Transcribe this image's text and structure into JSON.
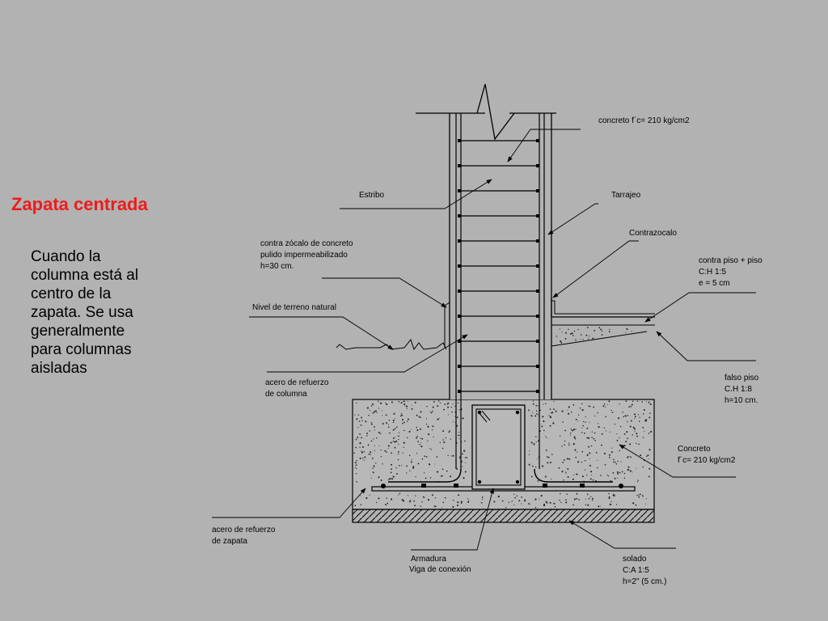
{
  "slide": {
    "title": "Zapata centrada",
    "body": "Cuando la\ncolumna está al\ncentro de la\nzapata. Se usa\ngeneralmente\npara columnas\naisladas"
  },
  "diagram": {
    "labels": {
      "concreto_col": [
        "concreto f´c= 210 kg/cm2"
      ],
      "estribo": [
        "Estribo"
      ],
      "tarrajeo": [
        "Tarrajeo"
      ],
      "contrazocalo": [
        "Contrazocalo"
      ],
      "contra_zocalo_concreto": [
        "contra zócalo de concreto",
        "pulido impermeabilizado",
        "h=30 cm."
      ],
      "contra_piso": [
        "contra piso + piso",
        "C:H   1:5",
        "e = 5 cm"
      ],
      "nivel_terreno": [
        "Nivel de terreno natural"
      ],
      "acero_columna": [
        "acero de refuerzo",
        "de columna"
      ],
      "falso_piso": [
        "falso piso",
        "C.H  1:8",
        "h=10 cm."
      ],
      "concreto_zapata": [
        "Concreto",
        " f´c= 210 kg/cm2"
      ],
      "acero_zapata": [
        "acero de refuerzo",
        "de zapata"
      ],
      "armadura": [
        "Armadura",
        "Viga de conexión"
      ],
      "solado": [
        "solado",
        "C:A 1:5",
        "h=2\" (5 cm.)"
      ]
    }
  },
  "colors": {
    "background": "#b2b2b2",
    "title": "#ee1c1c",
    "line": "#000000"
  }
}
